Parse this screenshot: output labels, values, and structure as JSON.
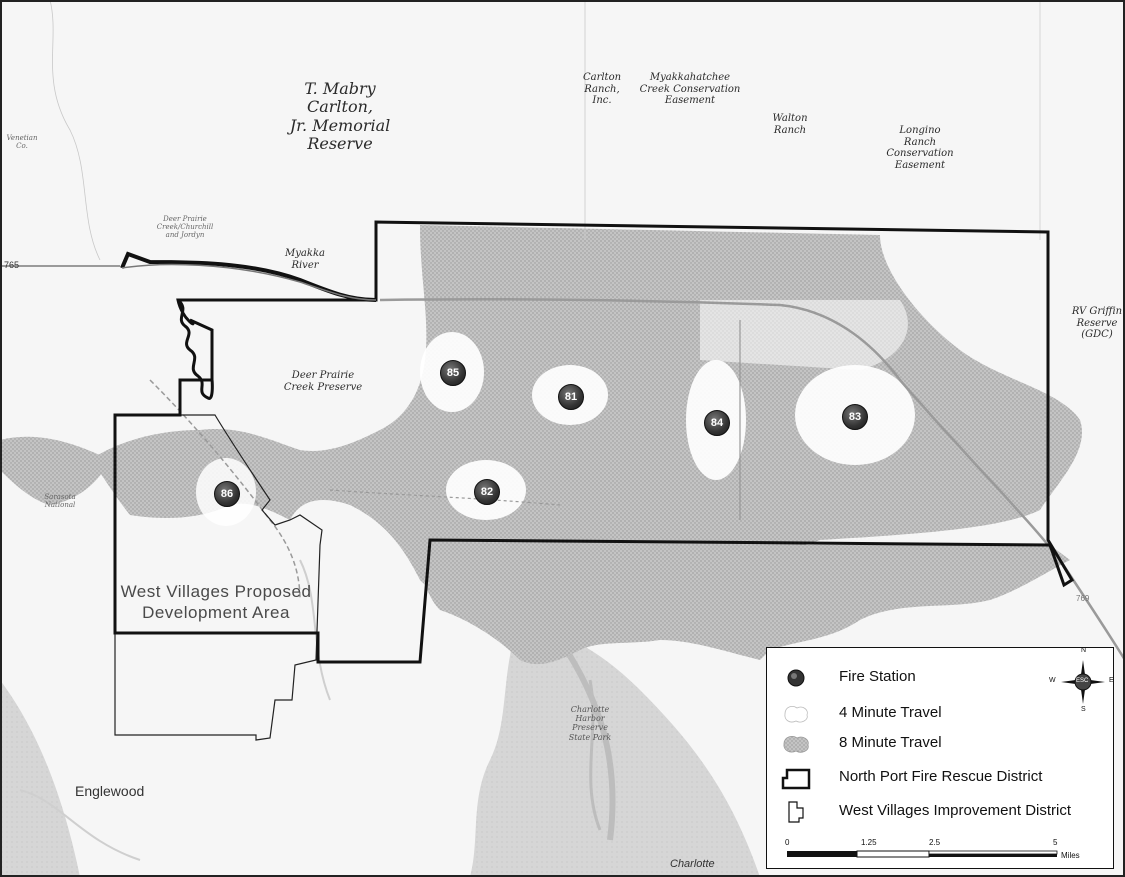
{
  "map": {
    "area_labels": [
      {
        "id": "carlton-reserve",
        "text": "T. Mabry\nCarlton,\nJr. Memorial\nReserve"
      },
      {
        "id": "carlton-ranch",
        "text": "Carlton\nRanch,\nInc."
      },
      {
        "id": "myakkahatchee-easement",
        "text": "Myakkahatchee\nCreek Conservation\nEasement"
      },
      {
        "id": "walton-ranch",
        "text": "Walton\nRanch"
      },
      {
        "id": "longino-ranch",
        "text": "Longino\nRanch\nConservation\nEasement"
      },
      {
        "id": "deer-prairie-creek-jordyn",
        "text": "Deer Prairie\nCreek/Churchill\nand Jordyn"
      },
      {
        "id": "myakka-river",
        "text": "Myakka\nRiver"
      },
      {
        "id": "deer-prairie-creek-preserve",
        "text": "Deer Prairie\nCreek Preserve"
      },
      {
        "id": "rv-griffin-reserve",
        "text": "RV Griffin\nReserve\n(GDC)"
      },
      {
        "id": "charlotte-harbor-preserve",
        "text": "Charlotte\nHarbor\nPreserve\nState Park"
      },
      {
        "id": "edge-left-top",
        "text": "Venetian\nCo."
      },
      {
        "id": "edge-left-mid",
        "text": "Sarasota\nNational"
      }
    ],
    "place_labels": [
      {
        "id": "englewood",
        "text": "Englewood"
      },
      {
        "id": "charlotte",
        "text": "Charlotte"
      }
    ],
    "road_labels": [
      {
        "id": "road-765",
        "text": "765"
      },
      {
        "id": "road-ne",
        "text": "769"
      }
    ],
    "development_label": "West Villages Proposed\nDevelopment Area",
    "stations": [
      {
        "id": "85",
        "label": "85"
      },
      {
        "id": "81",
        "label": "81"
      },
      {
        "id": "84",
        "label": "84"
      },
      {
        "id": "83",
        "label": "83"
      },
      {
        "id": "82",
        "label": "82"
      },
      {
        "id": "86",
        "label": "86"
      }
    ]
  },
  "legend": {
    "items": [
      {
        "key": "fire-station",
        "label": "Fire Station"
      },
      {
        "key": "four-minute",
        "label": "4 Minute Travel"
      },
      {
        "key": "eight-minute",
        "label": "8 Minute Travel"
      },
      {
        "key": "district",
        "label": "North Port Fire Rescue District"
      },
      {
        "key": "improvement",
        "label": "West Villages Improvement District"
      }
    ],
    "compass": {
      "n": "N",
      "s": "S",
      "e": "E",
      "w": "W",
      "center": "ESC"
    },
    "scale": {
      "ticks": [
        "0",
        "1.25",
        "2.5",
        "5"
      ],
      "unit": "Miles"
    }
  },
  "colors": {
    "eight_minute": "#b3b3b3",
    "four_minute": "#ffffff",
    "background": "#f7f7f7",
    "water": "#d2d2d2",
    "boundary": "#111111",
    "station": "#333333"
  }
}
